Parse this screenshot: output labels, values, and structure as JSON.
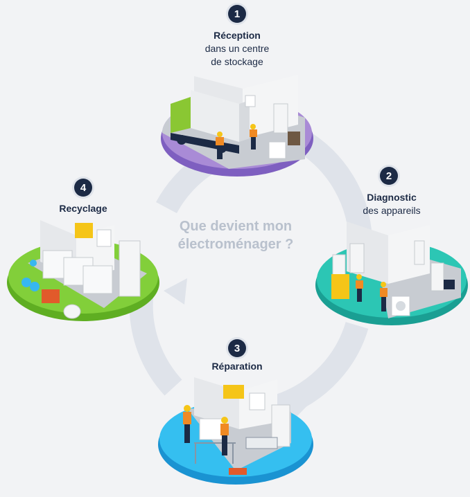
{
  "center_question": "Que devient mon électroménager ?",
  "steps": [
    {
      "number": "1",
      "title": "Réception",
      "subtitle_1": "dans un centre",
      "subtitle_2": "de stockage",
      "disc_color": "#a98bd6"
    },
    {
      "number": "2",
      "title": "Diagnostic",
      "subtitle_1": "des appareils",
      "subtitle_2": "",
      "disc_color": "#2cc6b4"
    },
    {
      "number": "3",
      "title": "Réparation",
      "subtitle_1": "",
      "subtitle_2": "",
      "disc_color": "#35bff0"
    },
    {
      "number": "4",
      "title": "Recyclage",
      "subtitle_1": "",
      "subtitle_2": "",
      "disc_color": "#82cf3a"
    }
  ],
  "colors": {
    "navy": "#1c2a45",
    "cycle_arrow": "#dfe3ea",
    "background": "#f2f3f5"
  }
}
